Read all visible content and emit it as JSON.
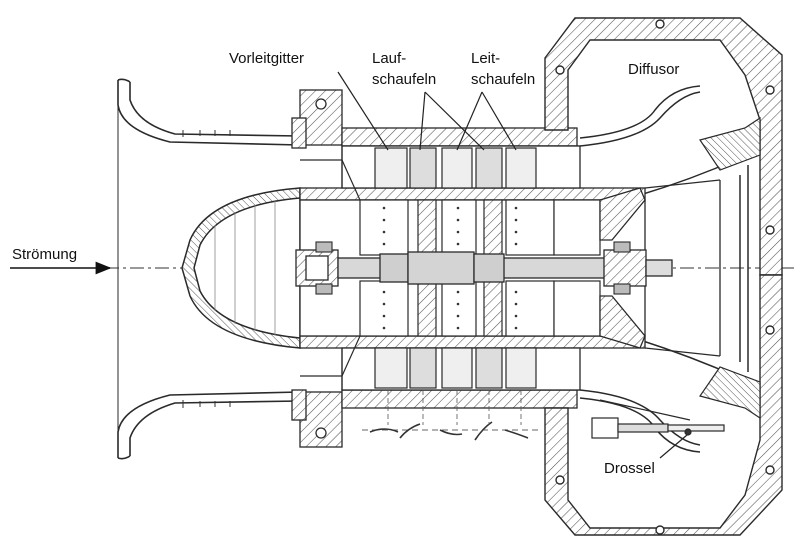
{
  "labels": {
    "vorleitgitter": "Vorleitgitter",
    "laufschaufeln_line1": "Lauf-",
    "laufschaufeln_line2": "schaufeln",
    "leitschaufeln_line1": "Leit-",
    "leitschaufeln_line2": "schaufeln",
    "diffusor": "Diffusor",
    "stroemung": "Strömung",
    "drossel": "Drossel"
  },
  "colors": {
    "line": "#2a2a2a",
    "hatch": "#555555",
    "fill_light": "#e4e4e4",
    "fill_mid": "#cfcfcf",
    "background": "#ffffff"
  }
}
